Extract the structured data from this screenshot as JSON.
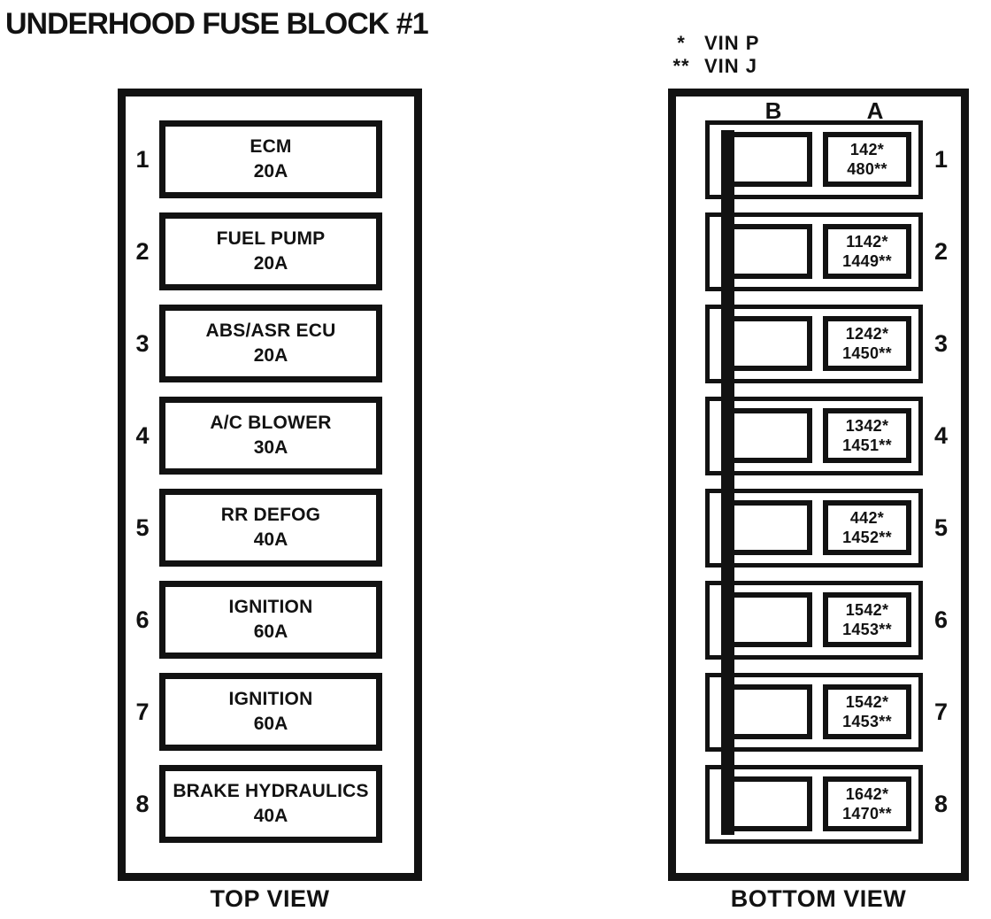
{
  "title": "UNDERHOOD FUSE BLOCK #1",
  "legend": {
    "items": [
      {
        "symbol": "*",
        "label": "VIN P"
      },
      {
        "symbol": "**",
        "label": "VIN J"
      }
    ]
  },
  "top_view": {
    "caption": "TOP VIEW",
    "fuses": [
      {
        "number": "1",
        "name": "ECM",
        "amps": "20A"
      },
      {
        "number": "2",
        "name": "FUEL PUMP",
        "amps": "20A"
      },
      {
        "number": "3",
        "name": "ABS/ASR ECU",
        "amps": "20A"
      },
      {
        "number": "4",
        "name": "A/C BLOWER",
        "amps": "30A"
      },
      {
        "number": "5",
        "name": "RR DEFOG",
        "amps": "40A"
      },
      {
        "number": "6",
        "name": "IGNITION",
        "amps": "60A"
      },
      {
        "number": "7",
        "name": "IGNITION",
        "amps": "60A"
      },
      {
        "number": "8",
        "name": "BRAKE HYDRAULICS",
        "amps": "40A"
      }
    ]
  },
  "bottom_view": {
    "caption": "BOTTOM VIEW",
    "column_headers": {
      "left": "B",
      "right": "A"
    },
    "cavities": [
      {
        "number": "1",
        "vin_p": "142*",
        "vin_j": "480**"
      },
      {
        "number": "2",
        "vin_p": "1142*",
        "vin_j": "1449**"
      },
      {
        "number": "3",
        "vin_p": "1242*",
        "vin_j": "1450**"
      },
      {
        "number": "4",
        "vin_p": "1342*",
        "vin_j": "1451**"
      },
      {
        "number": "5",
        "vin_p": "442*",
        "vin_j": "1452**"
      },
      {
        "number": "6",
        "vin_p": "1542*",
        "vin_j": "1453**"
      },
      {
        "number": "7",
        "vin_p": "1542*",
        "vin_j": "1453**"
      },
      {
        "number": "8",
        "vin_p": "1642*",
        "vin_j": "1470**"
      }
    ]
  },
  "colors": {
    "ink": "#121212",
    "paper": "#ffffff"
  }
}
